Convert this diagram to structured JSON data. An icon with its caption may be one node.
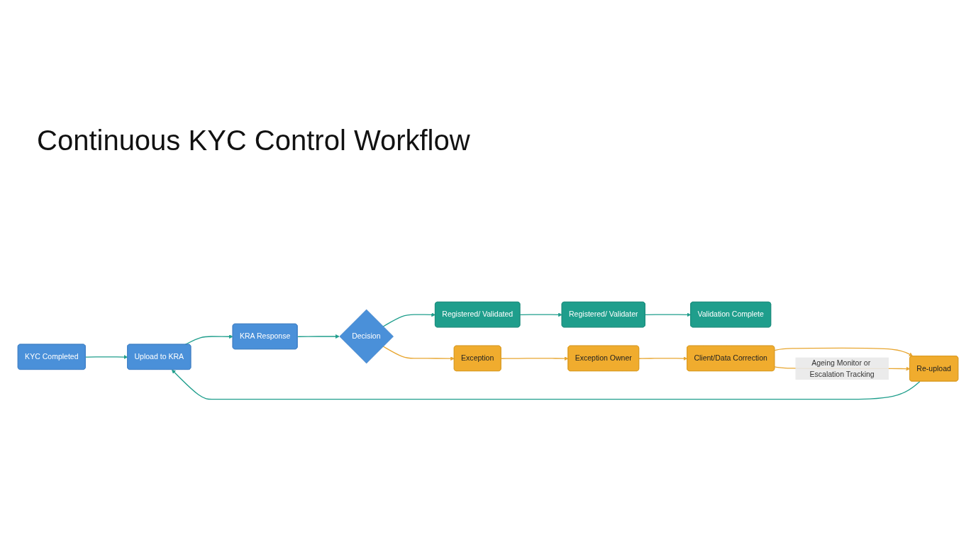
{
  "diagram": {
    "title": "Continuous KYC Control Workflow",
    "nodes": [
      {
        "text": [
          "KYC Completed"
        ]
      },
      {
        "text": [
          "Upload to KRA"
        ]
      },
      {
        "text": [
          "KRA Response"
        ]
      },
      {
        "text": [
          "Decision"
        ]
      },
      {
        "text": [
          "Registered/ Validated"
        ]
      },
      {
        "text": [
          "Registered/ Validater"
        ]
      },
      {
        "text": [
          "Validation Complete"
        ]
      },
      {
        "text": [
          "Exception"
        ]
      },
      {
        "text": [
          "Exception Owner"
        ]
      },
      {
        "text": [
          "Client/Data Correction"
        ]
      },
      {
        "text": [
          "Re-upload"
        ]
      }
    ],
    "edges": [
      {
        "from": 0,
        "to": 1,
        "arrow": "to"
      },
      {
        "from": 1,
        "to": 2,
        "arrow": "to"
      },
      {
        "from": 2,
        "to": 3,
        "arrow": "to"
      },
      {
        "from": 3,
        "to": 4,
        "arrow": "to"
      },
      {
        "from": 4,
        "to": 5,
        "arrow": "to"
      },
      {
        "from": 5,
        "to": 6,
        "arrow": "to"
      },
      {
        "from": 3,
        "to": 7,
        "arrow": "to",
        "color": "#e8a630"
      },
      {
        "from": 7,
        "to": 8,
        "arrow": "to",
        "color": "#e8a630"
      },
      {
        "from": 8,
        "to": 9,
        "arrow": "to",
        "color": "#e8a630"
      },
      {
        "from": 9,
        "to": 10,
        "arrow": "to",
        "color": "#e8a630"
      },
      {
        "from": 9,
        "to": 10,
        "label": "Ageing Monitor or Escalation Tracking",
        "arrow": "to",
        "color": "#e8a630"
      },
      {
        "from": 10,
        "to": 1,
        "arrow": "to"
      }
    ]
  }
}
